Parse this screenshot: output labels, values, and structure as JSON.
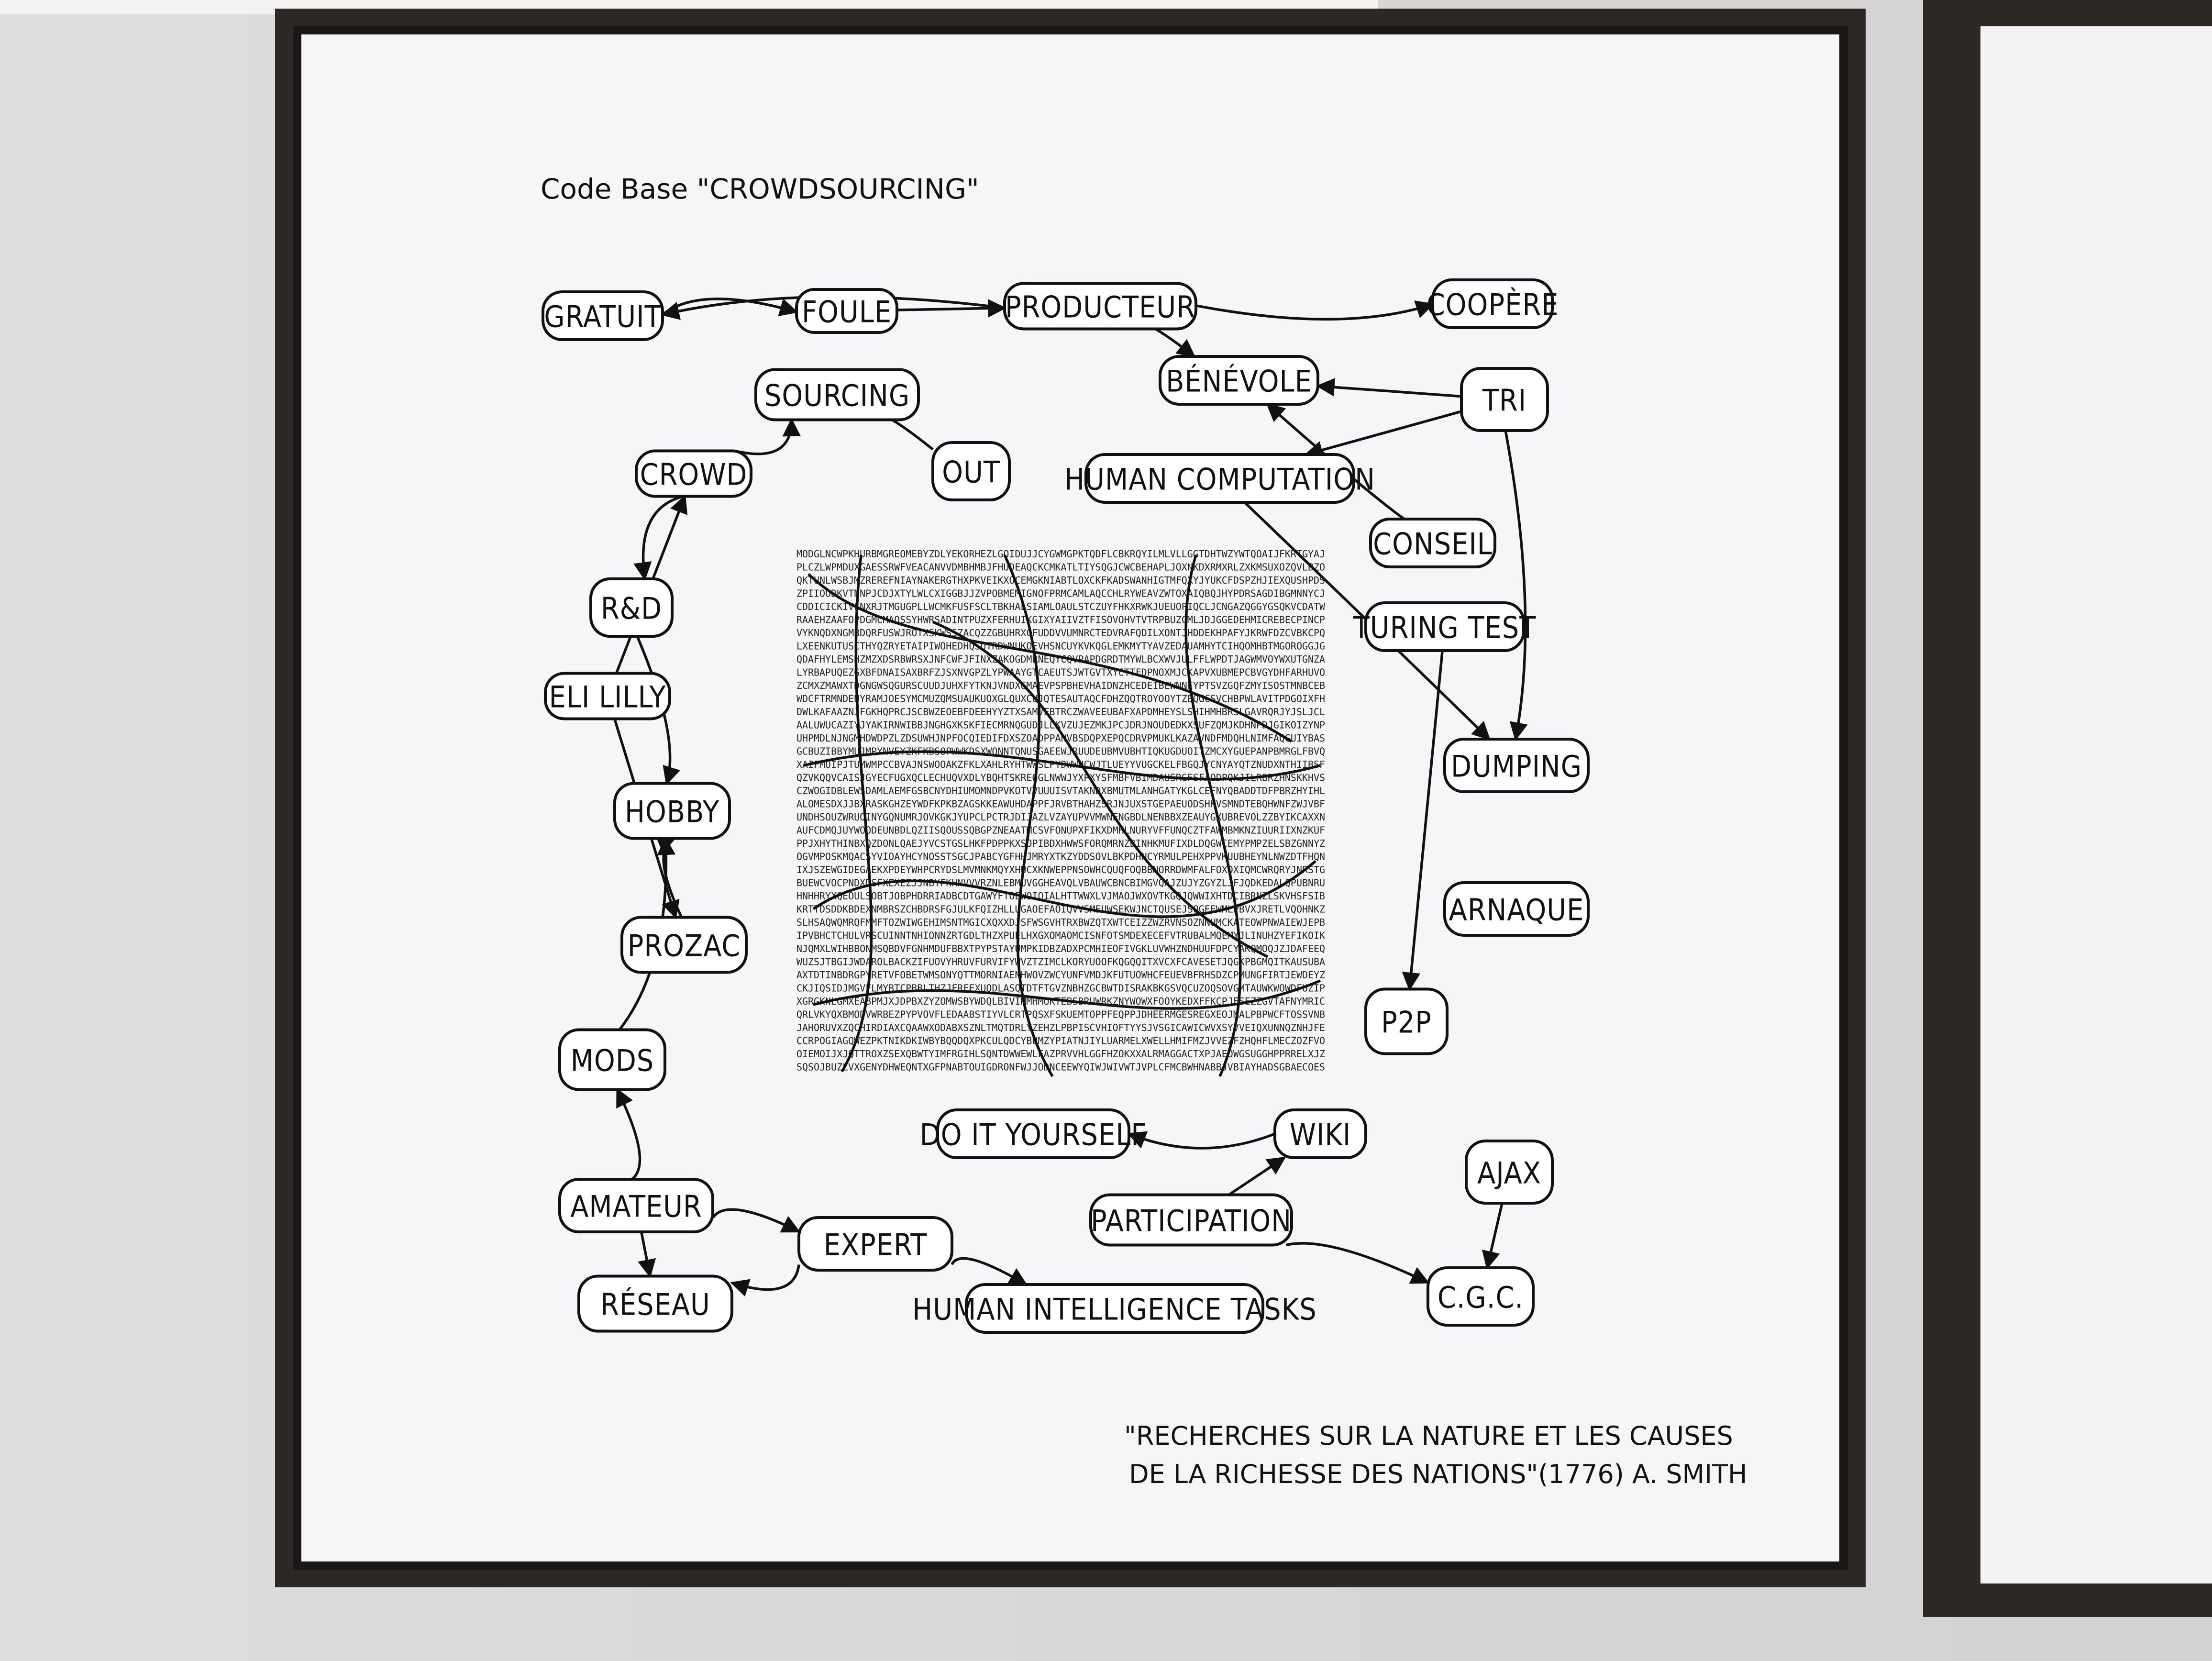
{
  "artwork": {
    "title": "Code Base \"CROWDSOURCING\"",
    "citation_line1": "\"RECHERCHES SUR LA NATURE ET LES CAUSES",
    "citation_line2": "DE LA RICHESSE DES NATIONS\"(1776) A. SMITH"
  },
  "nodes": [
    {
      "id": "gratuit",
      "label": "GRATUIT"
    },
    {
      "id": "foule",
      "label": "FOULE"
    },
    {
      "id": "producteur",
      "label": "PRODUCTEUR"
    },
    {
      "id": "coopere",
      "label": "COOPÈRE"
    },
    {
      "id": "sourcing",
      "label": "SOURCING"
    },
    {
      "id": "benevole",
      "label": "BÉNÉVOLE"
    },
    {
      "id": "tri",
      "label": "TRI"
    },
    {
      "id": "crowd",
      "label": "CROWD"
    },
    {
      "id": "out",
      "label": "OUT"
    },
    {
      "id": "human_computation",
      "label": "HUMAN COMPUTATION"
    },
    {
      "id": "conseil",
      "label": "CONSEIL"
    },
    {
      "id": "rd",
      "label": "R&D"
    },
    {
      "id": "turing_test",
      "label": "TURING TEST"
    },
    {
      "id": "eli_lilly",
      "label": "ELI LILLY"
    },
    {
      "id": "dumping",
      "label": "DUMPING"
    },
    {
      "id": "hobby",
      "label": "HOBBY"
    },
    {
      "id": "arnaque",
      "label": "ARNAQUE"
    },
    {
      "id": "prozac",
      "label": "PROZAC"
    },
    {
      "id": "p2p",
      "label": "P2P"
    },
    {
      "id": "mods",
      "label": "MODS"
    },
    {
      "id": "do_it_yourself",
      "label": "DO IT YOURSELF"
    },
    {
      "id": "wiki",
      "label": "WIKI"
    },
    {
      "id": "ajax",
      "label": "AJAX"
    },
    {
      "id": "amateur",
      "label": "AMATEUR"
    },
    {
      "id": "participation",
      "label": "PARTICIPATION"
    },
    {
      "id": "expert",
      "label": "EXPERT"
    },
    {
      "id": "reseau",
      "label": "RÉSEAU"
    },
    {
      "id": "hit",
      "label": "HUMAN INTELLIGENCE TASKS"
    },
    {
      "id": "cgc",
      "label": "C.G.C."
    }
  ],
  "edges": [
    {
      "from": "producteur",
      "to": "gratuit"
    },
    {
      "from": "foule",
      "to": "producteur"
    },
    {
      "from": "producteur",
      "to": "coopere"
    },
    {
      "from": "producteur",
      "to": "benevole"
    },
    {
      "from": "tri",
      "to": "benevole"
    },
    {
      "from": "crowd",
      "to": "sourcing"
    },
    {
      "from": "out",
      "to": "sourcing"
    },
    {
      "from": "tri",
      "to": "human_computation"
    },
    {
      "from": "conseil",
      "to": "benevole"
    },
    {
      "from": "crowd",
      "to": "rd"
    },
    {
      "from": "eli_lilly",
      "to": "crowd"
    },
    {
      "from": "rd",
      "to": "hobby"
    },
    {
      "from": "human_computation",
      "to": "dumping"
    },
    {
      "from": "turing_test",
      "to": "p2p"
    },
    {
      "from": "amateur",
      "to": "mods"
    },
    {
      "from": "amateur",
      "to": "expert"
    },
    {
      "from": "amateur",
      "to": "reseau"
    },
    {
      "from": "expert",
      "to": "reseau"
    },
    {
      "from": "expert",
      "to": "hit"
    },
    {
      "from": "participation",
      "to": "wiki"
    },
    {
      "from": "wiki",
      "to": "do_it_yourself"
    },
    {
      "from": "participation",
      "to": "cgc"
    },
    {
      "from": "ajax",
      "to": "cgc"
    },
    {
      "from": "mods",
      "to": "hobby"
    },
    {
      "from": "prozac",
      "to": "hobby"
    },
    {
      "from": "eli_lilly",
      "to": "prozac"
    },
    {
      "from": "tri",
      "to": "dumping"
    },
    {
      "from": "gratuit",
      "to": "foule"
    }
  ]
}
